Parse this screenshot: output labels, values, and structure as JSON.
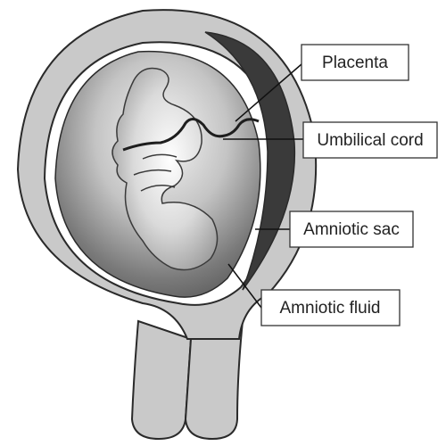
{
  "labels": {
    "placenta": "Placenta",
    "umbilical_cord": "Umbilical cord",
    "amniotic_sac": "Amniotic sac",
    "amniotic_fluid": "Amniotic fluid"
  },
  "colors": {
    "uterus_wall": "#c9c9c9",
    "outline": "#2a2a2a",
    "placenta": "#3a3a3a",
    "fluid_dark": "#5a5a5a",
    "fluid_light": "#f2f2f2",
    "leader_line": "#111111"
  }
}
